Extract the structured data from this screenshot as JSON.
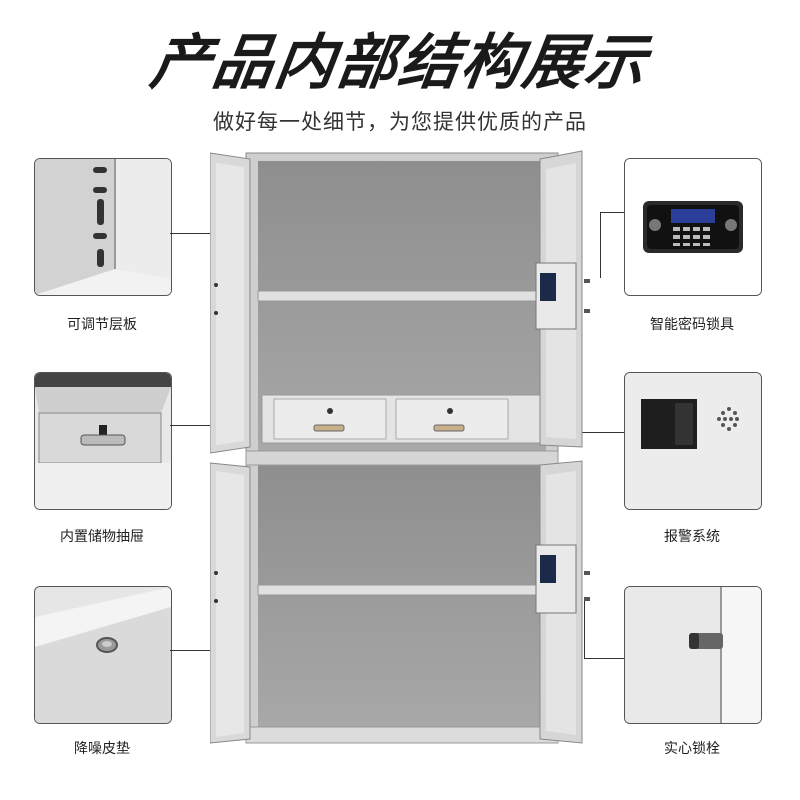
{
  "title": "产品内部结构展示",
  "subtitle": "做好每一处细节，为您提供优质的产品",
  "features": {
    "adjustable_shelf": "可调节层板",
    "storage_drawer": "内置储物抽屉",
    "noise_pad": "降噪皮垫",
    "smart_lock": "智能密码锁具",
    "alarm_system": "报警系统",
    "solid_bolt": "实心锁栓"
  },
  "colors": {
    "cabinet_body": "#c9c9c9",
    "interior": "#9a9a9a",
    "door": "#d8d8d8",
    "lock_panel": "#e6e6e6",
    "keypad_accent": "#1a2a66"
  }
}
